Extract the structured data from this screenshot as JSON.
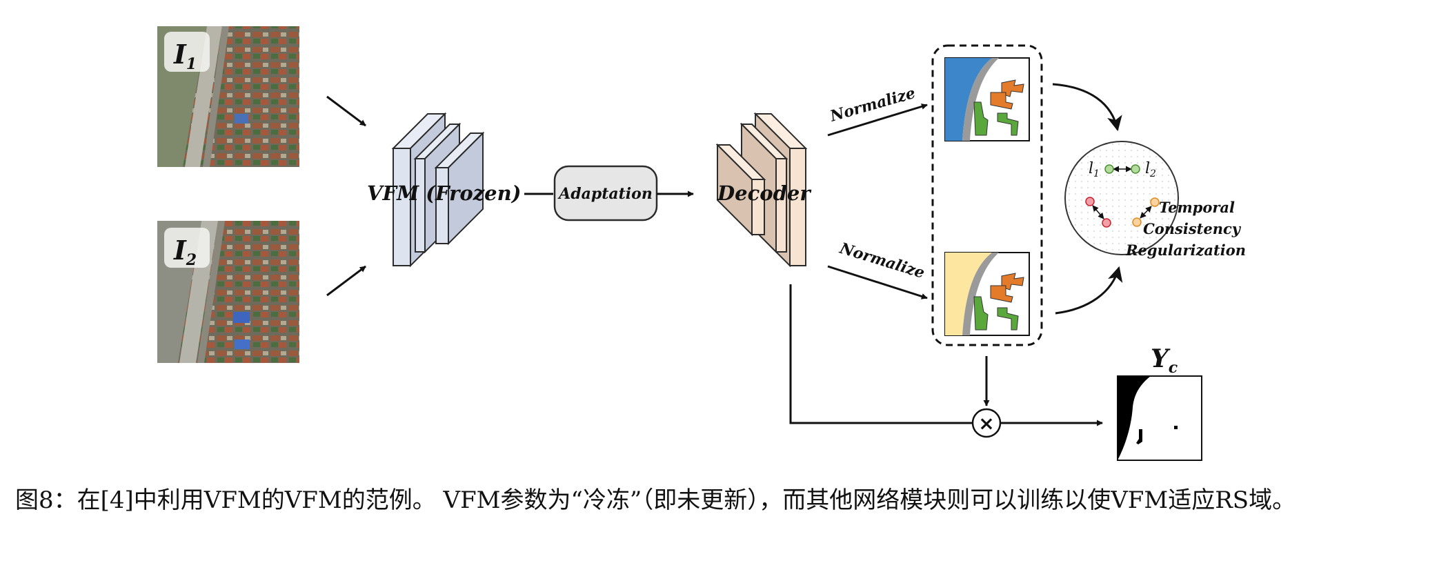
{
  "inputs": [
    {
      "label": "I",
      "sub": "1"
    },
    {
      "label": "I",
      "sub": "2"
    }
  ],
  "vfm_label": "VFM (Frozen)",
  "adaptation_label": "Adaptation",
  "decoder_label": "Decoder",
  "normalize_top": "Normalize",
  "normalize_bottom": "Normalize",
  "reg": {
    "l1": "l",
    "l1_sub": "1",
    "l2": "l",
    "l2_sub": "2",
    "title_lines": [
      "Temporal",
      "Consistency",
      "Regularization"
    ]
  },
  "output": {
    "label": "Y",
    "sub": "c"
  },
  "multiply_symbol": "×",
  "caption": "图8：在[4]中利用VFM的VFM的范例。 VFM参数为“冷冻”（即未更新），而其他网络模块则可以训练以使VFM适应RS域。",
  "colors": {
    "vfm_fill": "#dde3ef",
    "decoder_fill": "#f6e3d2",
    "water_blue": "#3d86c9",
    "water_yellow": "#fde7a0",
    "building_orange": "#e37b2a",
    "vegetation_green": "#5aa83c",
    "road_gray": "#9a9a9a"
  }
}
